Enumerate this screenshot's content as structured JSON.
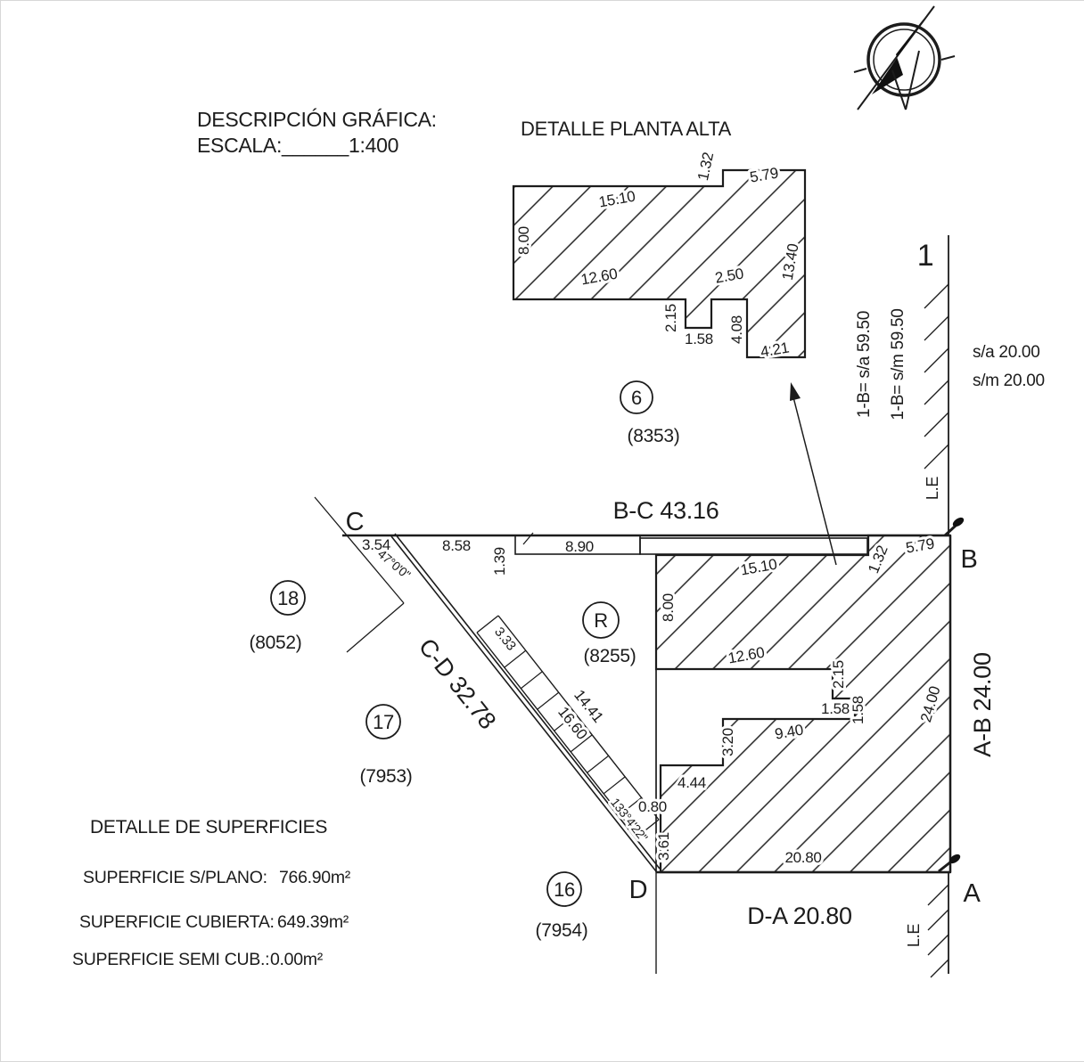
{
  "titles": {
    "descripcion": "DESCRIPCIÓN GRÁFICA:",
    "escala": "ESCALA:______1:400",
    "detalle_planta_alta": "DETALLE PLANTA ALTA"
  },
  "street": {
    "node_number": "1",
    "frontage_sa": "1-B= s/a 59.50",
    "frontage_sm": "1-B= s/m 59.50",
    "width_sa": "s/a 20.00",
    "width_sm": "s/m 20.00",
    "le_upper": "L.E",
    "le_lower": "L.E"
  },
  "boundaries": {
    "bc": "B-C 43.16",
    "cd": "C-D 32.78",
    "da": "D-A 20.80",
    "ab": "A-B 24.00",
    "corner_c": "C",
    "corner_b": "B",
    "corner_a": "A",
    "corner_d": "D",
    "angle_c": "47°0'0\"",
    "angle_d": "133°4'22\""
  },
  "upper_detail": {
    "d_132": "1.32",
    "d_579": "5.79",
    "d_1510": "15.10",
    "d_800": "8.00",
    "d_1260": "12.60",
    "d_250": "2.50",
    "d_1340": "13.40",
    "d_215": "2.15",
    "d_158": "1.58",
    "d_408": "4.08",
    "d_421": "4.21"
  },
  "site": {
    "d_354": "3.54",
    "d_858": "8.58",
    "d_139": "1.39",
    "d_890": "8.90",
    "d_132": "1.32",
    "d_579": "5.79",
    "d_1510": "15.10",
    "d_800": "8.00",
    "d_1260": "12.60",
    "d_215": "2.15",
    "d_158a": "1.58",
    "d_158b": "1.58",
    "d_940": "9.40",
    "d_320": "3.20",
    "d_444": "4.44",
    "d_080": "0.80",
    "d_361": "3.61",
    "d_2080": "20.80",
    "d_2400": "24.00",
    "d_333": "3.33",
    "d_1441": "14.41",
    "d_1660": "16.60"
  },
  "parcels": {
    "p6": {
      "num": "6",
      "code": "(8353)"
    },
    "p18": {
      "num": "18",
      "code": "(8052)"
    },
    "p17": {
      "num": "17",
      "code": "(7953)"
    },
    "p16": {
      "num": "16",
      "code": "(7954)"
    },
    "pr": {
      "num": "R",
      "code": "(8255)"
    }
  },
  "surfaces": {
    "title": "DETALLE DE SUPERFICIES",
    "rows": [
      {
        "label": "SUPERFICIE  S/PLANO:",
        "value": "766.90m²"
      },
      {
        "label": "SUPERFICIE  CUBIERTA:",
        "value": "649.39m²"
      },
      {
        "label": "SUPERFICIE  SEMI  CUB.:",
        "value": "0.00m²"
      }
    ]
  }
}
